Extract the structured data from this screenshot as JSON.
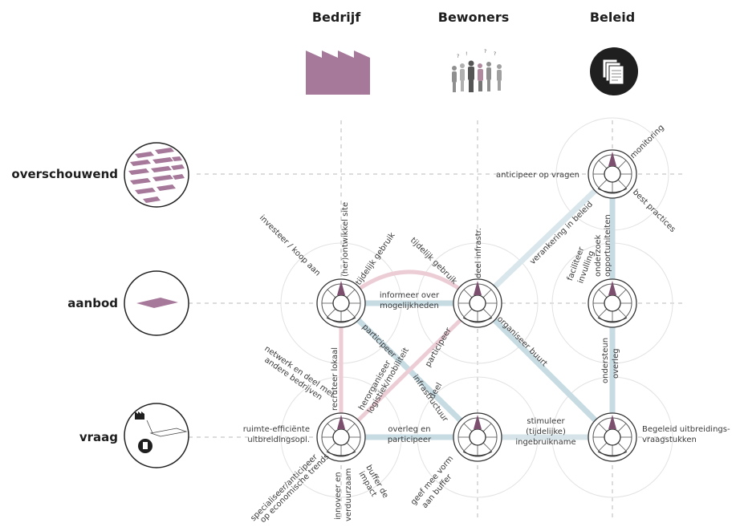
{
  "columns": [
    "Bedrijf",
    "Bewoners",
    "Beleid"
  ],
  "rows": [
    "overschouwend",
    "aanbod",
    "vraag"
  ],
  "labels": {
    "anticipeer": "anticipeer op vragen",
    "monitoring": "monitoring",
    "best_practices": "best practices",
    "verankering": "verankering in beleid",
    "onderzoek_1": "onderzoek",
    "onderzoek_2": "opportuniteiten",
    "faciliteer_1": "faciliteer",
    "faciliteer_2": "invulling",
    "herontwikkel": "(her)ontwikkel site",
    "investeer": "investeer / koop aan",
    "tijdelijk_1": "tijdelijk gebruik",
    "tijdelijk_2": "tijdelijk gebruik",
    "deel_infra": "deel infrastr.",
    "informeer_1": "informeer over",
    "informeer_2": "mogelijkheden",
    "participeer_1": "participeer",
    "participeer_2": "participeer",
    "organiseer": "organiseer buurt",
    "ondersteun_1": "ondersteun",
    "ondersteun_2": "overleg",
    "netwerk_1": "netwerk en deel met",
    "netwerk_2": "andere bedrijven",
    "recruteer": "recruteer lokaal",
    "herorganiseer_1": "herorganiseer",
    "herorganiseer_2": "logistiek/mobiliteit",
    "deel_1": "deel",
    "deel_2": "infrastructuur",
    "ruimte_1": "ruimte-efficiënte",
    "ruimte_2": "uitbreidingsopl.",
    "overleg_1": "overleg en",
    "overleg_2": "participeer",
    "stimuleer_1": "stimuleer",
    "stimuleer_2": "(tijdelijke)",
    "stimuleer_3": "ingebruikname",
    "begeleid_1": "Begeleid uitbreidings-",
    "begeleid_2": "vraagstukken",
    "specialiseer_1": "specialiseer/anticipeer",
    "specialiseer_2": "op economische trends",
    "innoveer_1": "innoveer en",
    "innoveer_2": "verduurzaam",
    "buffer_1": "buffer de",
    "buffer_2": "impact",
    "geef_1": "geef mee vorm",
    "geef_2": "aan buffer"
  },
  "colors": {
    "mauve": "#a6789a",
    "dark": "#222222",
    "link_blue": "#c7dbe3",
    "link_pink": "#eccdd6",
    "dash": "#b9b9b9",
    "ring": "#dcdcdc"
  },
  "icons": [
    "factory-icon",
    "people-icon",
    "documents-icon",
    "overview-map-icon",
    "supply-plane-icon",
    "demand-icon"
  ]
}
